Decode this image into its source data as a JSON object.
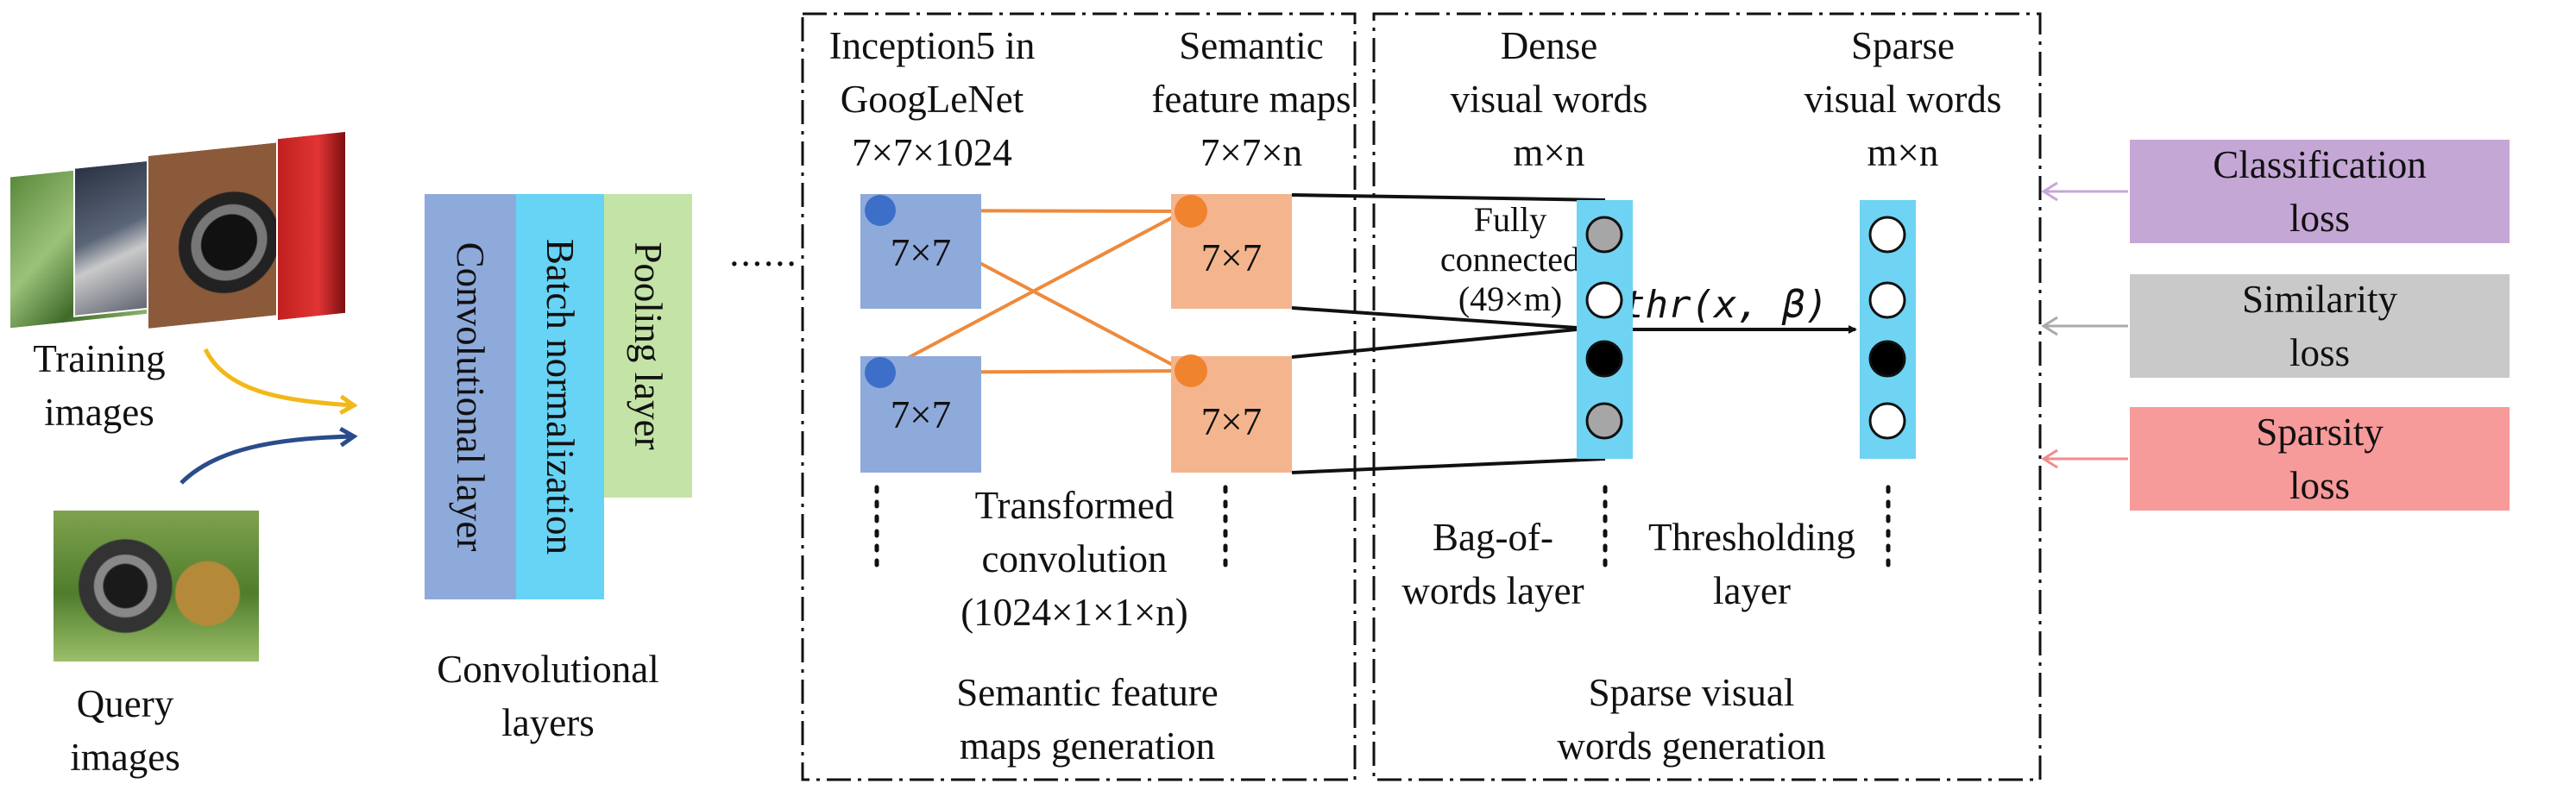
{
  "left": {
    "training_label": "Training\nimages",
    "query_label": "Query\nimages"
  },
  "conv": {
    "layer_labels": [
      "Convolutional layer",
      "Batch normalization",
      "Pooling layer"
    ],
    "caption": "Convolutional\nlayers",
    "dots": "......"
  },
  "semantic": {
    "inception_label": "Inception5 in\nGoogLeNet\n7×7×1024",
    "feature_label": "Semantic\nfeature maps\n7×7×n",
    "cell_label": "7×7",
    "transform_label": "Transformed\nconvolution\n(1024×1×1×n)",
    "caption": "Semantic feature\nmaps generation"
  },
  "sparse": {
    "dense_label": "Dense\nvisual words\nm×n",
    "sparse_label": "Sparse\nvisual words\nm×n",
    "fc_label": "Fully\nconnected\n(49×m)",
    "thr_label": "thr(x, β)",
    "bow_label": "Bag-of-\nwords layer",
    "threshold_label": "Thresholding\nlayer",
    "caption": "Sparse visual\nwords generation",
    "dense_nodes": [
      "gray",
      "white",
      "black",
      "gray"
    ],
    "sparse_nodes": [
      "white",
      "white",
      "black",
      "white"
    ]
  },
  "losses": [
    {
      "label": "Classification\nloss",
      "color": "#c5a7d6"
    },
    {
      "label": "Similarity\nloss",
      "color": "#c9c9c9"
    },
    {
      "label": "Sparsity\nloss",
      "color": "#f79a9a"
    }
  ],
  "colors": {
    "conv": "#8eaadb",
    "bn": "#67d3f5",
    "pool": "#c4e3a6",
    "inception_cell": "#8eaadb",
    "feature_cell": "#f4b58e",
    "word_col": "#6fd3f3",
    "blue_node": "#3d6fc9",
    "orange_node": "#f0832e",
    "orange_line": "#ee8a3c",
    "yellow_arrow": "#f2b818",
    "navy_arrow": "#2a4c8c",
    "purple_arrow": "#c5a7d6",
    "gray_arrow": "#aaaaaa",
    "red_arrow": "#f28b8b"
  }
}
